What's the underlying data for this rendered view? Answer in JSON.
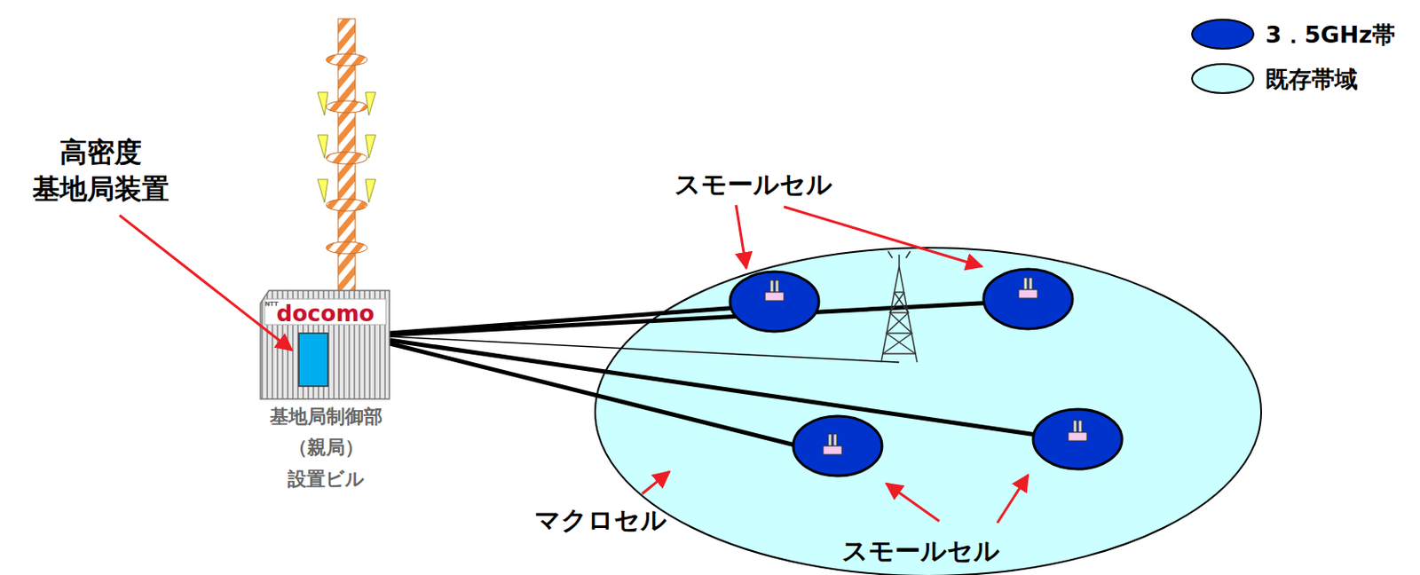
{
  "diagram": {
    "nodes": [
      {
        "text": [
          "基地局制御部 （親局） 設置ビル"
        ]
      }
    ],
    "labels": [
      "高密度 基地局装置",
      "スモールセル",
      "スモールセル",
      "マクロセル",
      "NTT",
      "docomo"
    ],
    "legend": [
      {
        "text": "3．5GHz帯",
        "color": "#0033cc"
      },
      {
        "text": "既存帯域",
        "color": "#ccffff"
      }
    ]
  }
}
